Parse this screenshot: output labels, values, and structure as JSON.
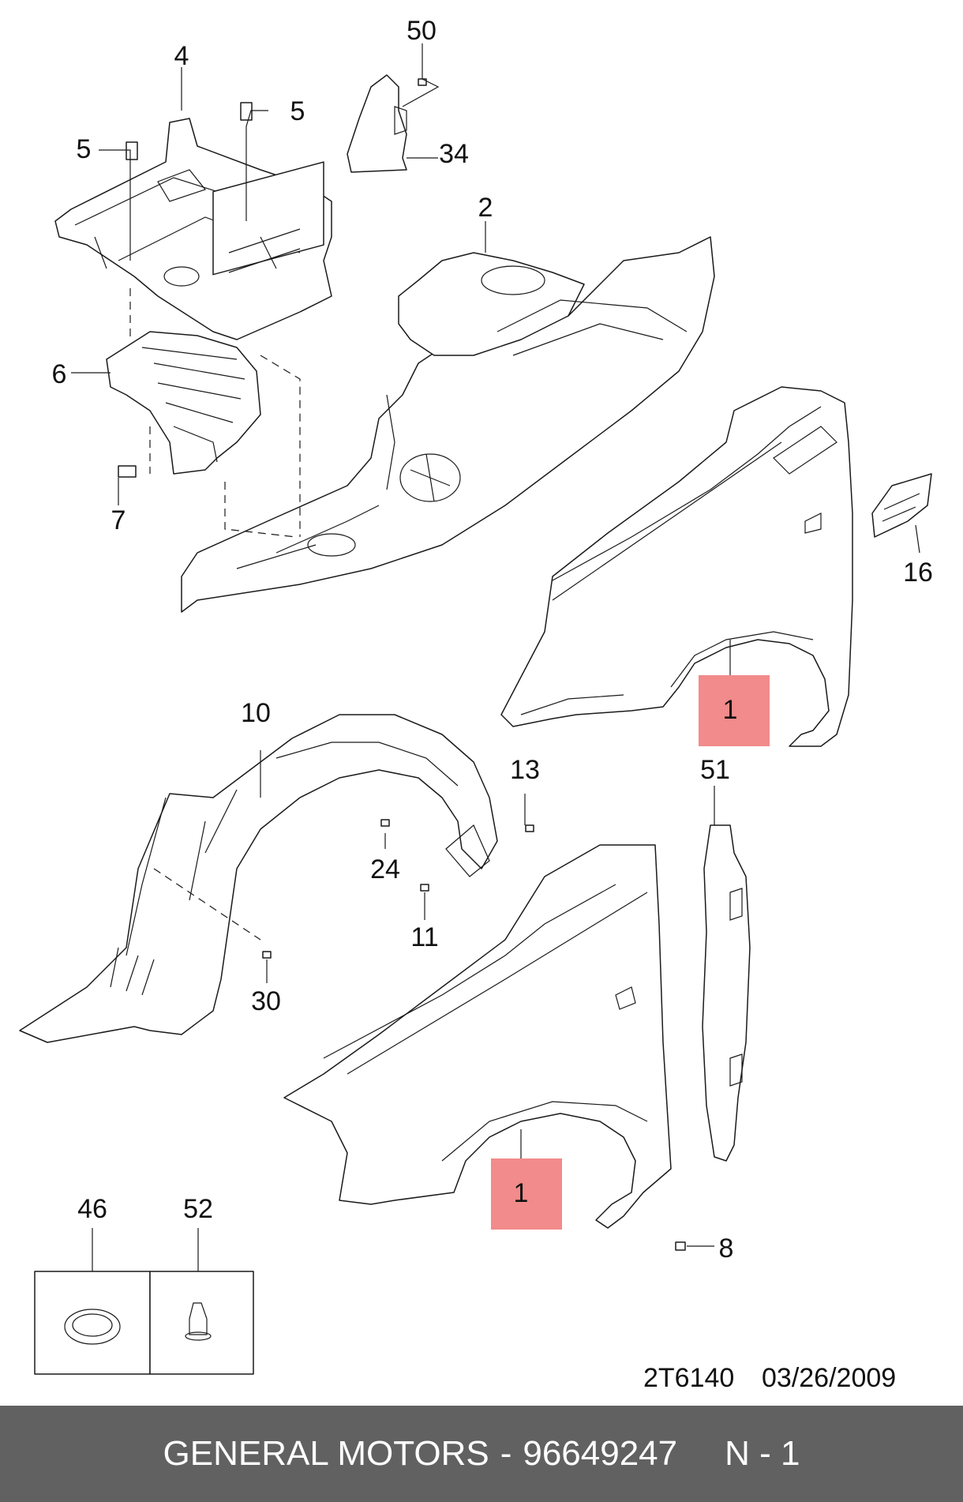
{
  "drawing": {
    "id": "2T6140",
    "date": "03/26/2009"
  },
  "callouts": {
    "c50": "50",
    "c4": "4",
    "c5a": "5",
    "c5b": "5",
    "c34": "34",
    "c2": "2",
    "c6": "6",
    "c7": "7",
    "c16": "16",
    "c1a": "1",
    "c10": "10",
    "c13": "13",
    "c51": "51",
    "c24": "24",
    "c11": "11",
    "c30": "30",
    "c1b": "1",
    "c46": "46",
    "c52": "52",
    "c8": "8"
  },
  "highlight_color": "#f28b8b",
  "footer": {
    "brand": "GENERAL MOTORS",
    "separator": "-",
    "part_number": "96649247",
    "position": "N - 1"
  }
}
